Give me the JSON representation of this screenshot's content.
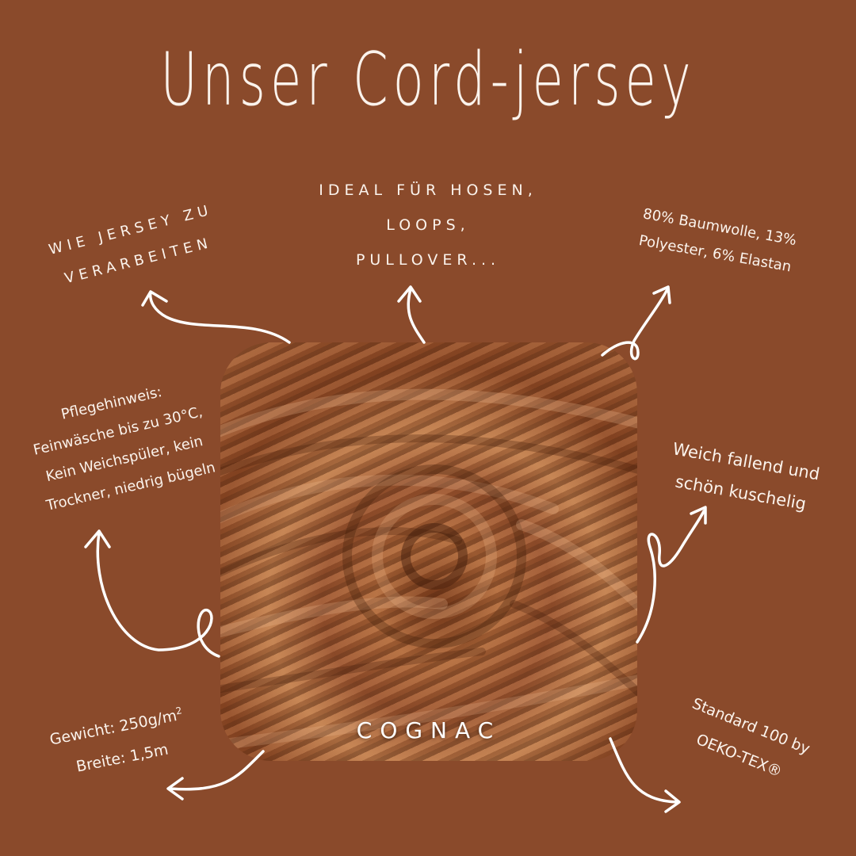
{
  "title": "Unser Cord-jersey",
  "features": {
    "top_left": {
      "line1": "wie Jersey zu",
      "line2": "verarbeiten"
    },
    "top_center": {
      "line1": "ideal für Hosen,",
      "line2": "Loops,",
      "line3": "Pullover..."
    },
    "top_right": {
      "line1": "80% Baumwolle, 13%",
      "line2": "Polyester, 6% Elastan"
    },
    "mid_left": {
      "line1": "Pflegehinweis:",
      "line2": "Feinwäsche bis zu 30°C,",
      "line3": "Kein Weichspüler, kein",
      "line4": "Trockner, niedrig bügeln"
    },
    "mid_right": {
      "line1": "Weich fallend und",
      "line2": "schön kuschelig"
    },
    "bottom_left": {
      "line1_prefix": "Gewicht: 250g/m",
      "line1_sup": "2",
      "line2": "Breite: 1,5m"
    },
    "bottom_right": {
      "line1": "Standard 100 by",
      "line2": "OEKO-TEX®"
    }
  },
  "photo": {
    "color_label": "COGNAC"
  },
  "colors": {
    "background": "#8a4a2b",
    "text": "#fbf3ec",
    "fabric": "#a9643a"
  }
}
